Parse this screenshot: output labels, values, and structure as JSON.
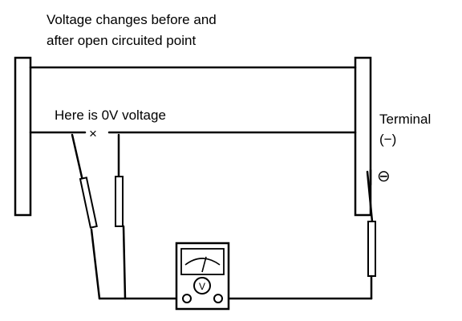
{
  "labels": {
    "title_line1": "Voltage changes before and",
    "title_line2": "after open circuited point",
    "zero_voltage": "Here is 0V voltage",
    "open_mark": "×",
    "terminal": "Terminal",
    "terminal_polarity": "(−)",
    "minus_symbol": "⊖",
    "meter_symbol": "V"
  },
  "icons": {
    "meter": "voltmeter-icon",
    "probe": "test-probe-icon",
    "terminal": "negative-terminal-icon"
  },
  "colors": {
    "line": "#000000",
    "background": "#ffffff"
  }
}
